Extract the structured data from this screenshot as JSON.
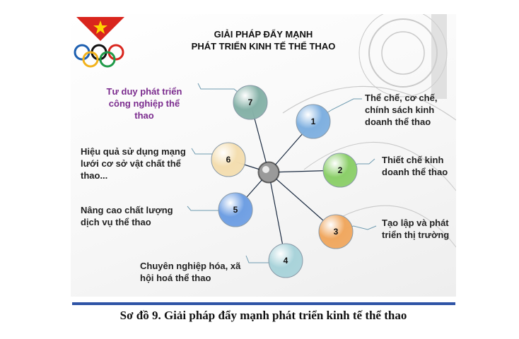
{
  "title": {
    "line1": "GIẢI PHÁP ĐẨY MẠNH",
    "line2": "PHÁT TRIỂN KINH TẾ THỂ THAO"
  },
  "nodes": [
    {
      "number": "1",
      "label": "Thể chế, cơ chế, chính sách kinh doanh thể thao",
      "color": "#7fb0e0"
    },
    {
      "number": "2",
      "label": "Thiết chế kinh doanh thể thao",
      "color": "#8ccf6a"
    },
    {
      "number": "3",
      "label": "Tạo lập và phát triển thị trường",
      "color": "#f0a860"
    },
    {
      "number": "4",
      "label": "Chuyên nghiệp hóa, xã hội hoá thể thao",
      "color": "#a9d3da"
    },
    {
      "number": "5",
      "label": "Nâng cao chất lượng dịch vụ thể thao",
      "color": "#6f9fe3"
    },
    {
      "number": "6",
      "label": "Hiệu quả sử dụng mạng lưới cơ sở vật chất thể thao...",
      "color": "#f4deb0"
    },
    {
      "number": "7",
      "label": "Tư duy phát triển công nghiệp thể thao",
      "color": "#86b2a8"
    }
  ],
  "colors": {
    "accent_label": "#7b2c8e",
    "rule": "#2f54a6",
    "flag_red": "#d9251d",
    "flag_star": "#ffd400"
  },
  "caption": "Sơ đồ 9. Giải pháp đẩy mạnh phát triển kinh tế thể thao",
  "icons": [
    "vietnam-flag-icon",
    "olympic-rings-icon"
  ]
}
